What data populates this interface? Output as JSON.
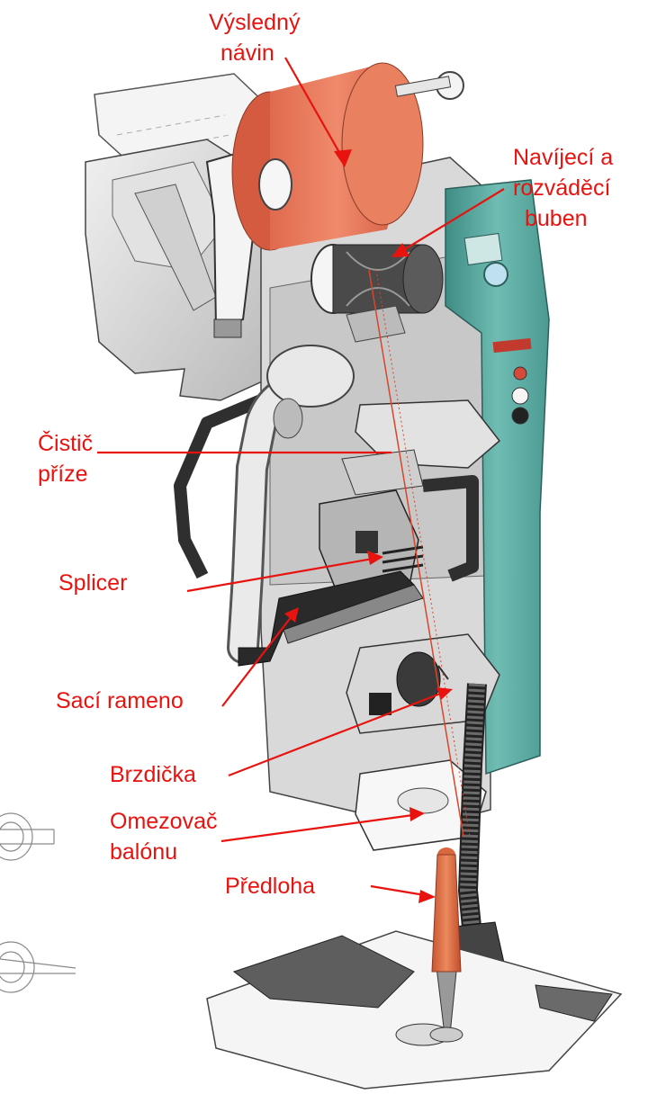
{
  "labels": {
    "wound_package_1": "Výsledný",
    "wound_package_2": "návin",
    "winding_drum_1": "Navíjecí a",
    "winding_drum_2": "rozváděcí",
    "winding_drum_3": "buben",
    "yarn_clearer_1": "Čistič",
    "yarn_clearer_2": "příze",
    "splicer": "Splicer",
    "suction_arm": "Sací rameno",
    "tensioner": "Brzdička",
    "balloon_limiter_1": "Omezovač",
    "balloon_limiter_2": "balónu",
    "supply_bobbin": "Předloha"
  },
  "colors": {
    "label_text": "#e8130f",
    "leader_line": "#e8130f",
    "package": "#e8735a",
    "bobbin": "#d9683f",
    "housing_teal": "#5ba8a0",
    "machine_grey": "#cfcfcf",
    "machine_dark": "#3a3a3a"
  }
}
